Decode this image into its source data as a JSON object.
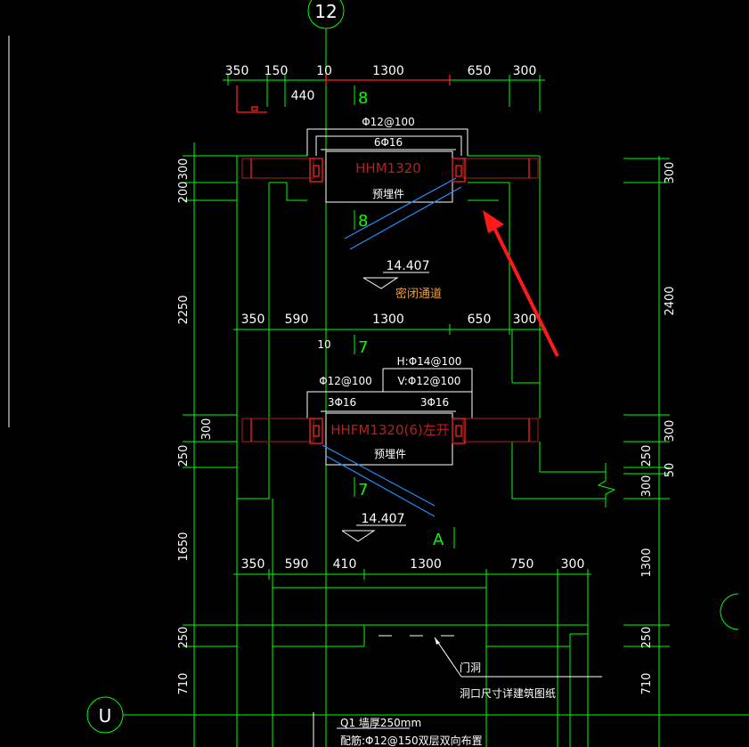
{
  "grid": {
    "top_axis": "12",
    "left_axis": "U"
  },
  "dims_top1": [
    "350",
    "150",
    "10",
    "1300",
    "650",
    "300"
  ],
  "dims_top1_sub": "440",
  "label_8_top": "8",
  "label_8_mid": "8",
  "upper_door": {
    "rebar_top": "Φ12@100",
    "rebar_main": "6Φ16",
    "code": "HHM1320",
    "embed": "预埋件",
    "elevation": "14.407",
    "passage": "密闭通道"
  },
  "dims_row2": [
    "350",
    "590",
    "1300",
    "650",
    "300"
  ],
  "row2_sub": "10",
  "label_7_top": "7",
  "label_7_mid": "7",
  "lower_door": {
    "rebar_h": "H:Φ14@100",
    "rebar_v": "V:Φ12@100",
    "rebar_left": "Φ12@100",
    "rebar_l_main": "3Φ16",
    "rebar_r_main": "3Φ16",
    "code": "HHFM1320(6)左开",
    "embed": "预埋件",
    "elevation": "14.407",
    "section_mark": "A"
  },
  "dims_row3": [
    "350",
    "590",
    "410",
    "1300",
    "750",
    "300"
  ],
  "left_vdims": [
    "300",
    "200",
    "2250",
    "300",
    "250",
    "1650",
    "250",
    "710"
  ],
  "right_vdims": [
    "300",
    "2400",
    "300",
    "250",
    "50",
    "300",
    "1300",
    "250",
    "710"
  ],
  "notes": {
    "door_opening": "门洞",
    "door_opening_detail": "洞口尺寸详建筑图纸",
    "wall": "Q1 墙厚250mm",
    "wall_rebar": "配筋:Φ12@150双层双向布置"
  }
}
